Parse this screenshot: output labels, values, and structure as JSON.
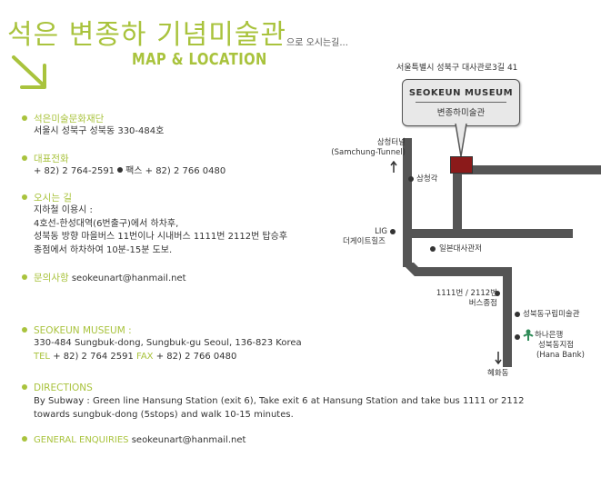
{
  "header": {
    "title_ko": "석은 변종하 기념미술관",
    "subtitle": "으로 오시는길...",
    "title_en": "MAP & LOCATION"
  },
  "colors": {
    "accent": "#a9c33d",
    "road": "#555555",
    "marker": "#8b1a1a"
  },
  "korean": {
    "foundation": {
      "label": "석은미술문화재단",
      "address": "서울시 성북구 성북동 330-484호"
    },
    "phone": {
      "label": "대표전화",
      "tel": "+ 82) 2 764-2591",
      "fax": "팩스 + 82) 2 766 0480"
    },
    "directions": {
      "label": "오시는 길",
      "lines": [
        "지하철 이용시 :",
        "4호선-한성대역(6번출구)에서 하차후,",
        "성북동 방향 마을버스 11번이나 시내버스 1111번 2112번 탑승후",
        "종점에서 하차하여 10분-15분 도보."
      ]
    },
    "inquiry": {
      "label": "문의사항",
      "email": "seokeunart@hanmail.net"
    }
  },
  "english": {
    "museum": {
      "label": "SEOKEUN MUSEUM :",
      "address": "330-484  Sungbuk-dong, Sungbuk-gu Seoul, 136-823 Korea",
      "tel_label": "TEL",
      "tel": "+ 82) 2 764 2591",
      "fax_label": "FAX",
      "fax": "+ 82) 2 766 0480"
    },
    "directions": {
      "label": "DIRECTIONS",
      "line1": "By Subway : Green line Hansung Station (exit 6), Take exit 6 at Hansung Station and take  bus 1111 or 2112",
      "line2": "towards sungbuk-dong (5stops) and walk 10-15 minutes."
    },
    "inquiry": {
      "label": "GENERAL ENQUIRIES",
      "email": "seokeunart@hanmail.net"
    }
  },
  "map": {
    "address": "서울특별시 성북구 대사관로3길 41",
    "sign_en": "SEOKEUN  MUSEUM",
    "sign_ko": "변종하미술관",
    "tunnel_ko": "삼청터널",
    "tunnel_en": "(Samchung-Tunnel)",
    "samcheonggak": "삼청각",
    "lig_1": "LIG",
    "lig_2": "더게이트힐즈",
    "japan_residence": "일본대사관저",
    "bus_1": "1111번 / 2112번",
    "bus_2": "버스종점",
    "seongbuk_museum": "성북동구립미술관",
    "bank_1": "하나은행",
    "bank_2": "성북동지점",
    "bank_3": "(Hana Bank)",
    "hyehwa": "혜화동"
  }
}
